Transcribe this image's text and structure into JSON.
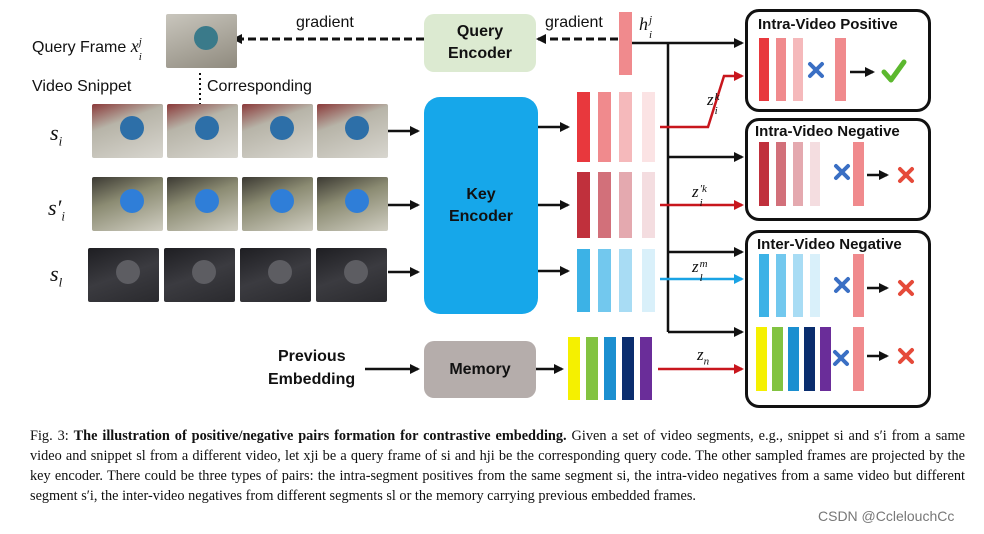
{
  "labels": {
    "query_frame": "Query Frame",
    "query_frame_var": "x",
    "query_frame_sub": "i",
    "query_frame_sup": "j",
    "video_snippet": "Video Snippet",
    "corresponding": "Corresponding",
    "gradient_left": "gradient",
    "gradient_right": "gradient",
    "s_i": "s",
    "s_i_sub": "i",
    "s_i_prime": "s′",
    "s_i_prime_sub": "i",
    "s_l": "s",
    "s_l_sub": "l",
    "h_var": "h",
    "h_sub": "i",
    "h_sup": "j",
    "z_ik": "z",
    "z_ik_sub": "i",
    "z_ik_sup": "k",
    "z_ipk": "z",
    "z_ipk_sub": "i",
    "z_ipk_sup": "′k",
    "z_lm": "z",
    "z_lm_sub": "l",
    "z_lm_sup": "m",
    "z_n": "z",
    "z_n_sub": "n",
    "previous_embedding_1": "Previous",
    "previous_embedding_2": "Embedding"
  },
  "boxes": {
    "query_encoder_1": "Query",
    "query_encoder_2": "Encoder",
    "key_encoder_1": "Key",
    "key_encoder_2": "Encoder",
    "memory": "Memory"
  },
  "panels": {
    "intra_positive": "Intra-Video Positive",
    "intra_negative": "Intra-Video Negative",
    "inter_negative": "Inter-Video Negative"
  },
  "colors": {
    "red_series": [
      "#e8383d",
      "#f08a8d",
      "#f5b9bb",
      "#fbe3e4"
    ],
    "dark_red_series": [
      "#c0303c",
      "#d2707a",
      "#e4a9af",
      "#f4dde0"
    ],
    "blue_series": [
      "#3cb2e6",
      "#72c8ee",
      "#a8dcf4",
      "#d9f0fa"
    ],
    "memory_series": [
      "#f5f000",
      "#82c341",
      "#1b8fd0",
      "#0a2d6e",
      "#6a2d99"
    ],
    "key_encoder": "#16a7ea",
    "query_encoder": "#dcead1",
    "memory_box": "#b5adab",
    "arrow_red": "#c8161d",
    "arrow_blue": "#1aa3e4"
  },
  "caption": {
    "fig_label": "Fig. 3:",
    "bold": "The illustration of positive/negative pairs formation for contrastive embedding.",
    "text": "Given a set of video segments, e.g., snippet si and s′i from a same video and snippet sl from a different video, let xji be a query frame of si and hji be the corresponding query code. The other sampled frames are projected by the key encoder. There could be three types of pairs: the intra-segment positives from the same segment si, the intra-video negatives from a same video but different segment s′i, the inter-video negatives from different segments sl or the memory carrying previous embedded frames."
  },
  "watermark": "CSDN @CclelouchCc"
}
